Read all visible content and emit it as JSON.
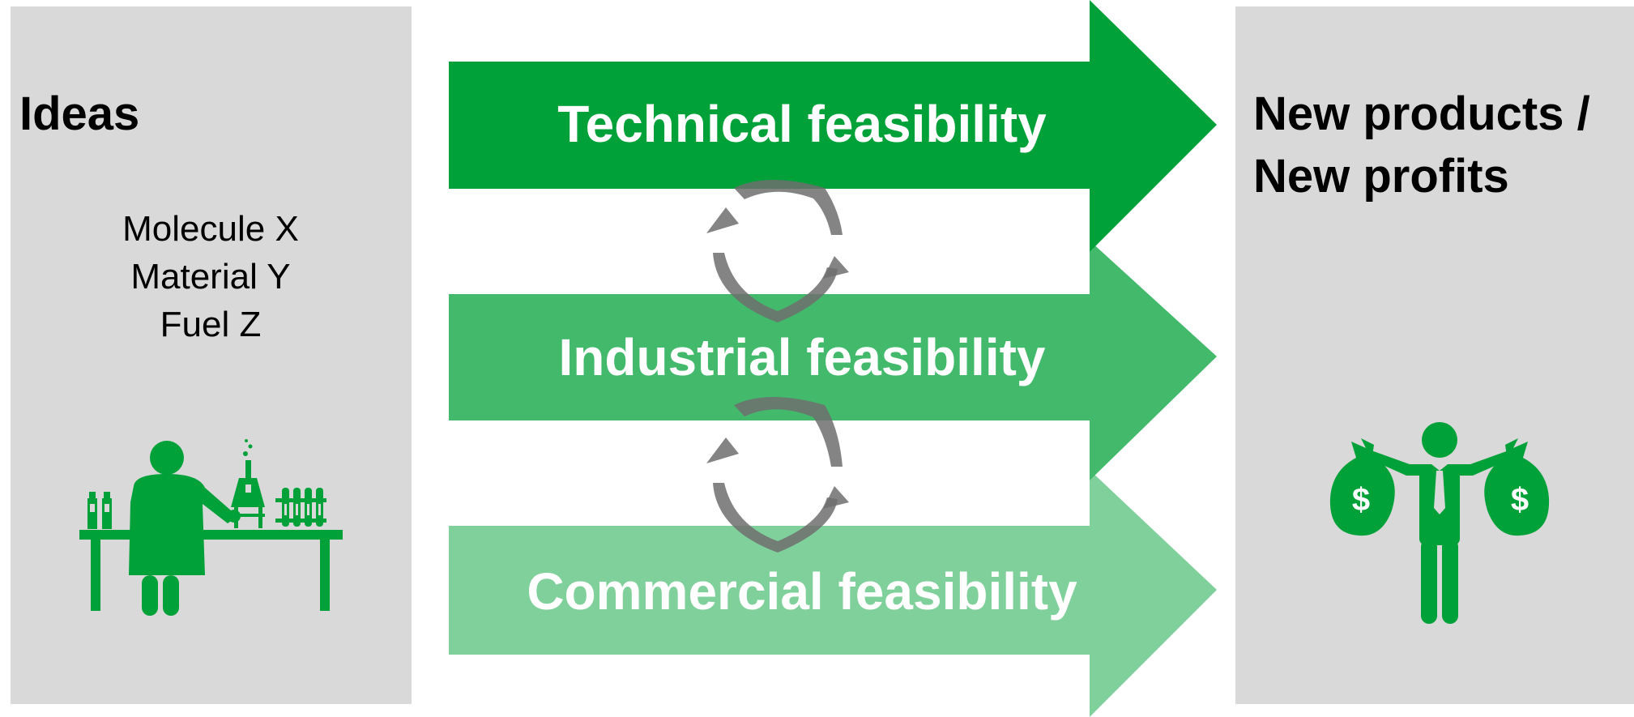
{
  "ideas": {
    "title": "Ideas",
    "items": [
      "Molecule X",
      "Material Y",
      "Fuel Z"
    ]
  },
  "outcome": {
    "title_lines": [
      "New products /",
      "New profits"
    ]
  },
  "feasibility_steps": [
    {
      "label": "Technical feasibility",
      "color": "#00a139"
    },
    {
      "label": "Industrial feasibility",
      "color": "#42b96b"
    },
    {
      "label": "Commercial feasibility",
      "color": "#80d09b"
    }
  ],
  "icons": {
    "scientist": "scientist-lab-icon",
    "cycle": "iteration-cycle-icon",
    "profit": "businessman-money-bags-icon"
  },
  "colors": {
    "panel": "#d9d9d9",
    "icon_green": "#00a139",
    "cycle_gray": "#6f6f6f"
  }
}
